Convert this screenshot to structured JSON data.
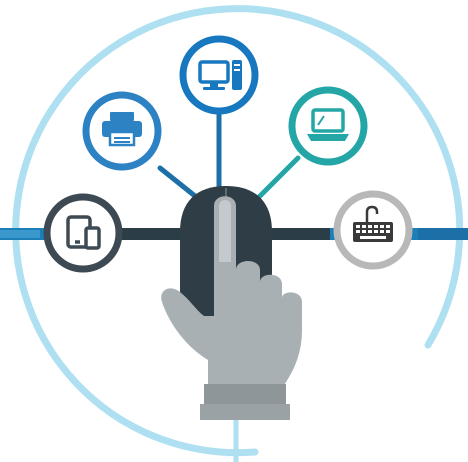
{
  "colors": {
    "ring": "#aee0f2",
    "bar": "#1d7fb8",
    "bar_dark": "#2b3d47",
    "tablet": "#3d4a53",
    "printer": "#2d82c4",
    "computer": "#1778c0",
    "laptop": "#25a6a6",
    "keyboard": "#b8b8b8",
    "mouse": "#2f3e46",
    "hand": "#a9b0b4",
    "connector": "#1d6fa8"
  },
  "nodes": [
    {
      "id": "tablet",
      "icon": "tablet-phone-icon"
    },
    {
      "id": "printer",
      "icon": "printer-icon"
    },
    {
      "id": "computer",
      "icon": "desktop-computer-icon"
    },
    {
      "id": "laptop",
      "icon": "laptop-icon"
    },
    {
      "id": "keyboard",
      "icon": "keyboard-icon"
    }
  ]
}
